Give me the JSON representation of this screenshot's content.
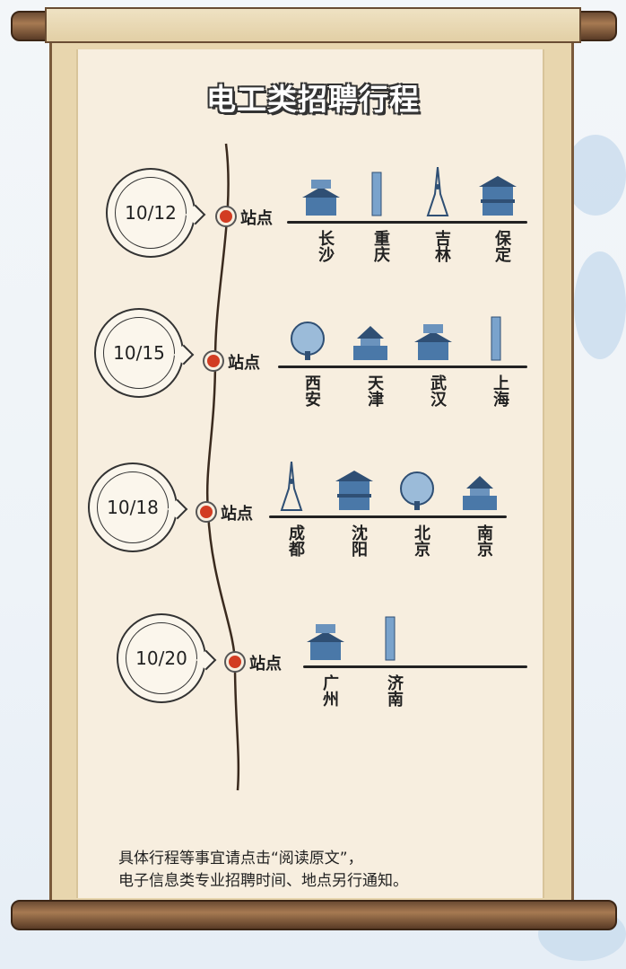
{
  "title": "电工类招聘行程",
  "stop_label": "站点",
  "rows": [
    {
      "date": "10/12",
      "cities": [
        "长沙",
        "重庆",
        "吉林",
        "保定"
      ]
    },
    {
      "date": "10/15",
      "cities": [
        "西安",
        "天津",
        "武汉",
        "上海"
      ]
    },
    {
      "date": "10/18",
      "cities": [
        "成都",
        "沈阳",
        "北京",
        "南京"
      ]
    },
    {
      "date": "10/20",
      "cities": [
        "广州",
        "济南"
      ]
    }
  ],
  "note": [
    "具体行程等事宜请点击“阅读原文”，",
    "电子信息类专业招聘时间、地点另行通知。"
  ],
  "colors": {
    "accent": "#d23c22",
    "landmark": "#4a78a8"
  }
}
